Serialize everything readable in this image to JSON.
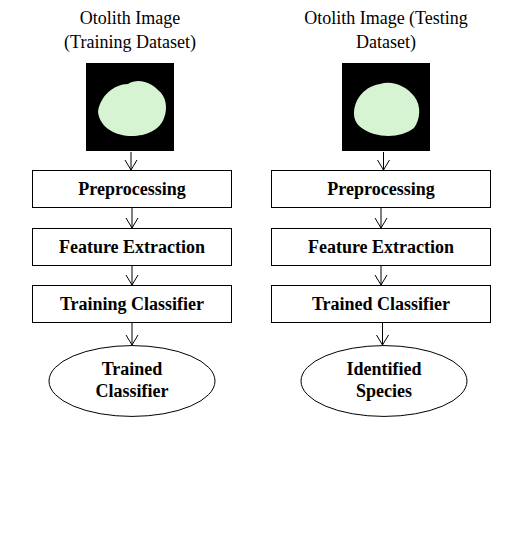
{
  "diagram": {
    "nodes": [
      {
        "text": [
          "Otolith Image (Training Dataset)"
        ]
      },
      {
        "text": [
          "Preprocessing"
        ]
      },
      {
        "text": [
          "Feature Extraction"
        ]
      },
      {
        "text": [
          "Training Classifier"
        ]
      },
      {
        "text": [
          "Trained Classifier"
        ]
      },
      {
        "text": [
          "Otolith Image (Testing Dataset)"
        ]
      },
      {
        "text": [
          "Preprocessing"
        ]
      },
      {
        "text": [
          "Feature Extraction"
        ]
      },
      {
        "text": [
          "Trained Classifier"
        ]
      },
      {
        "text": [
          "Identified Species"
        ]
      }
    ],
    "edges": [
      {
        "from": 0,
        "to": 1,
        "arrow": "to"
      },
      {
        "from": 1,
        "to": 2,
        "arrow": "to"
      },
      {
        "from": 2,
        "to": 3,
        "arrow": "to"
      },
      {
        "from": 3,
        "to": 4,
        "arrow": "to"
      },
      {
        "from": 5,
        "to": 6,
        "arrow": "to"
      },
      {
        "from": 6,
        "to": 7,
        "arrow": "to"
      },
      {
        "from": 7,
        "to": 8,
        "arrow": "to"
      },
      {
        "from": 8,
        "to": 9,
        "arrow": "to"
      }
    ]
  }
}
